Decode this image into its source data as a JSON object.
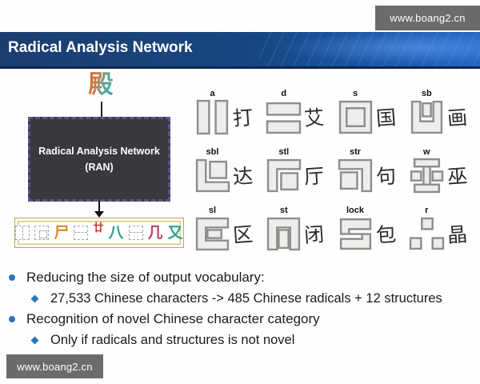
{
  "watermarks": {
    "top_right": "www.boang2.cn",
    "bottom_left": "www.boang2.cn"
  },
  "header": {
    "title": "Radical Analysis Network"
  },
  "diagram": {
    "input_char": "殿",
    "ran_box_line1": "Radical Analysis Network",
    "ran_box_line2": "(RAN)",
    "output_tokens": [
      {
        "kind": "struct",
        "icon": "lr"
      },
      {
        "kind": "struct",
        "icon": "stl"
      },
      {
        "kind": "radical",
        "char": "尸",
        "color": "#d98b2b"
      },
      {
        "kind": "struct",
        "icon": "tb"
      },
      {
        "kind": "radical",
        "char": "廿",
        "color": "#c03a2b",
        "small": true
      },
      {
        "kind": "radical",
        "char": "八",
        "color": "#2f9e8f"
      },
      {
        "kind": "struct",
        "icon": "tb"
      },
      {
        "kind": "radical",
        "char": "几",
        "color": "#b34a5e"
      },
      {
        "kind": "radical",
        "char": "又",
        "color": "#2f9e8f"
      }
    ]
  },
  "structures": {
    "cells": [
      {
        "label": "a",
        "icon": "a",
        "char": "打"
      },
      {
        "label": "d",
        "icon": "d",
        "char": "艾"
      },
      {
        "label": "s",
        "icon": "s",
        "char": "国"
      },
      {
        "label": "sb",
        "icon": "sb",
        "char": "画"
      },
      {
        "label": "sbl",
        "icon": "sbl",
        "char": "达"
      },
      {
        "label": "stl",
        "icon": "stl",
        "char": "厅"
      },
      {
        "label": "str",
        "icon": "str",
        "char": "句"
      },
      {
        "label": "w",
        "icon": "w",
        "char": "巫"
      },
      {
        "label": "sl",
        "icon": "sl",
        "char": "区"
      },
      {
        "label": "st",
        "icon": "st",
        "char": "闭"
      },
      {
        "label": "lock",
        "icon": "lock",
        "char": "包"
      },
      {
        "label": "r",
        "icon": "r",
        "char": "晶"
      }
    ]
  },
  "bullets": [
    {
      "level": 1,
      "text": "Reducing the size of output vocabulary:"
    },
    {
      "level": 2,
      "text": "27,533 Chinese characters -> 485 Chinese radicals + 12 structures"
    },
    {
      "level": 1,
      "text": "Recognition of novel Chinese character category"
    },
    {
      "level": 2,
      "text": "Only if radicals and structures is not novel"
    }
  ],
  "colors": {
    "header_blue": "#1c3e6f",
    "accent_blue": "#2d74b8",
    "gold_border": "#c3a24c",
    "ran_box_dark": "#39383c",
    "watermark_gray": "#6b6b6b"
  }
}
